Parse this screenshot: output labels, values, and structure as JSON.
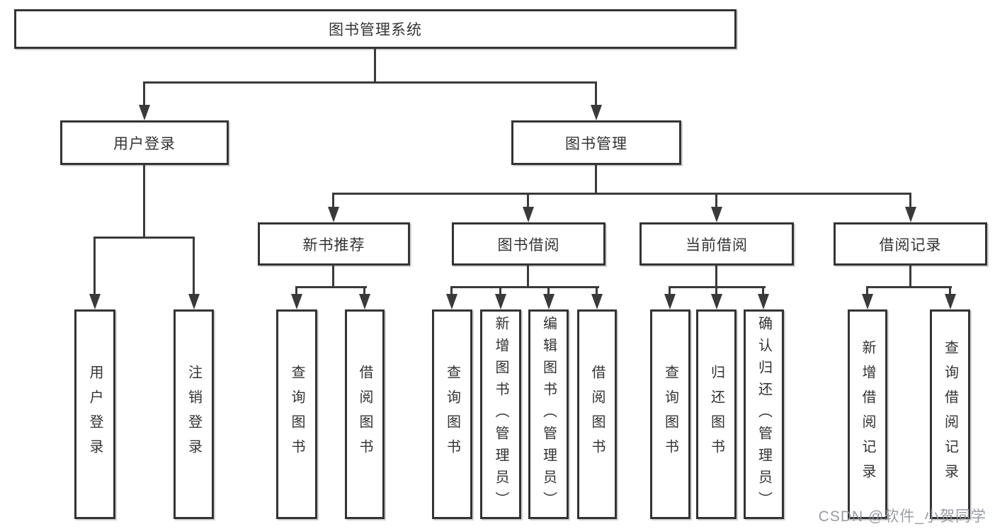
{
  "tree": {
    "root": {
      "label": "图书管理系统"
    },
    "level2": [
      {
        "id": "user-login",
        "label": "用户登录"
      },
      {
        "id": "book-management",
        "label": "图书管理"
      }
    ],
    "level3": [
      {
        "id": "new-book-recommend",
        "label": "新书推荐",
        "parent": "图书管理"
      },
      {
        "id": "book-borrow",
        "label": "图书借阅",
        "parent": "图书管理"
      },
      {
        "id": "current-borrow",
        "label": "当前借阅",
        "parent": "图书管理"
      },
      {
        "id": "borrow-records",
        "label": "借阅记录",
        "parent": "图书管理"
      }
    ],
    "leaves": [
      {
        "label": "用户登录",
        "parent": "用户登录"
      },
      {
        "label": "注销登录",
        "parent": "用户登录"
      },
      {
        "label": "查询图书",
        "parent": "新书推荐"
      },
      {
        "label": "借阅图书",
        "parent": "新书推荐"
      },
      {
        "label": "查询图书",
        "parent": "图书借阅"
      },
      {
        "label": "新增图书（管理员）",
        "parent": "图书借阅"
      },
      {
        "label": "编辑图书（管理员）",
        "parent": "图书借阅"
      },
      {
        "label": "借阅图书",
        "parent": "图书借阅"
      },
      {
        "label": "查询图书",
        "parent": "当前借阅"
      },
      {
        "label": "归还图书",
        "parent": "当前借阅"
      },
      {
        "label": "确认归还（管理员）",
        "parent": "当前借阅"
      },
      {
        "label": "新增借阅记录",
        "parent": "借阅记录"
      },
      {
        "label": "查询借阅记录",
        "parent": "借阅记录"
      }
    ]
  },
  "watermark": {
    "text": "CSDN @软件_小贺同学"
  },
  "colors": {
    "line": "#3a3a3a",
    "border": "#333333",
    "text": "#333333",
    "background": "#ffffff",
    "watermark": "#8c9198"
  }
}
